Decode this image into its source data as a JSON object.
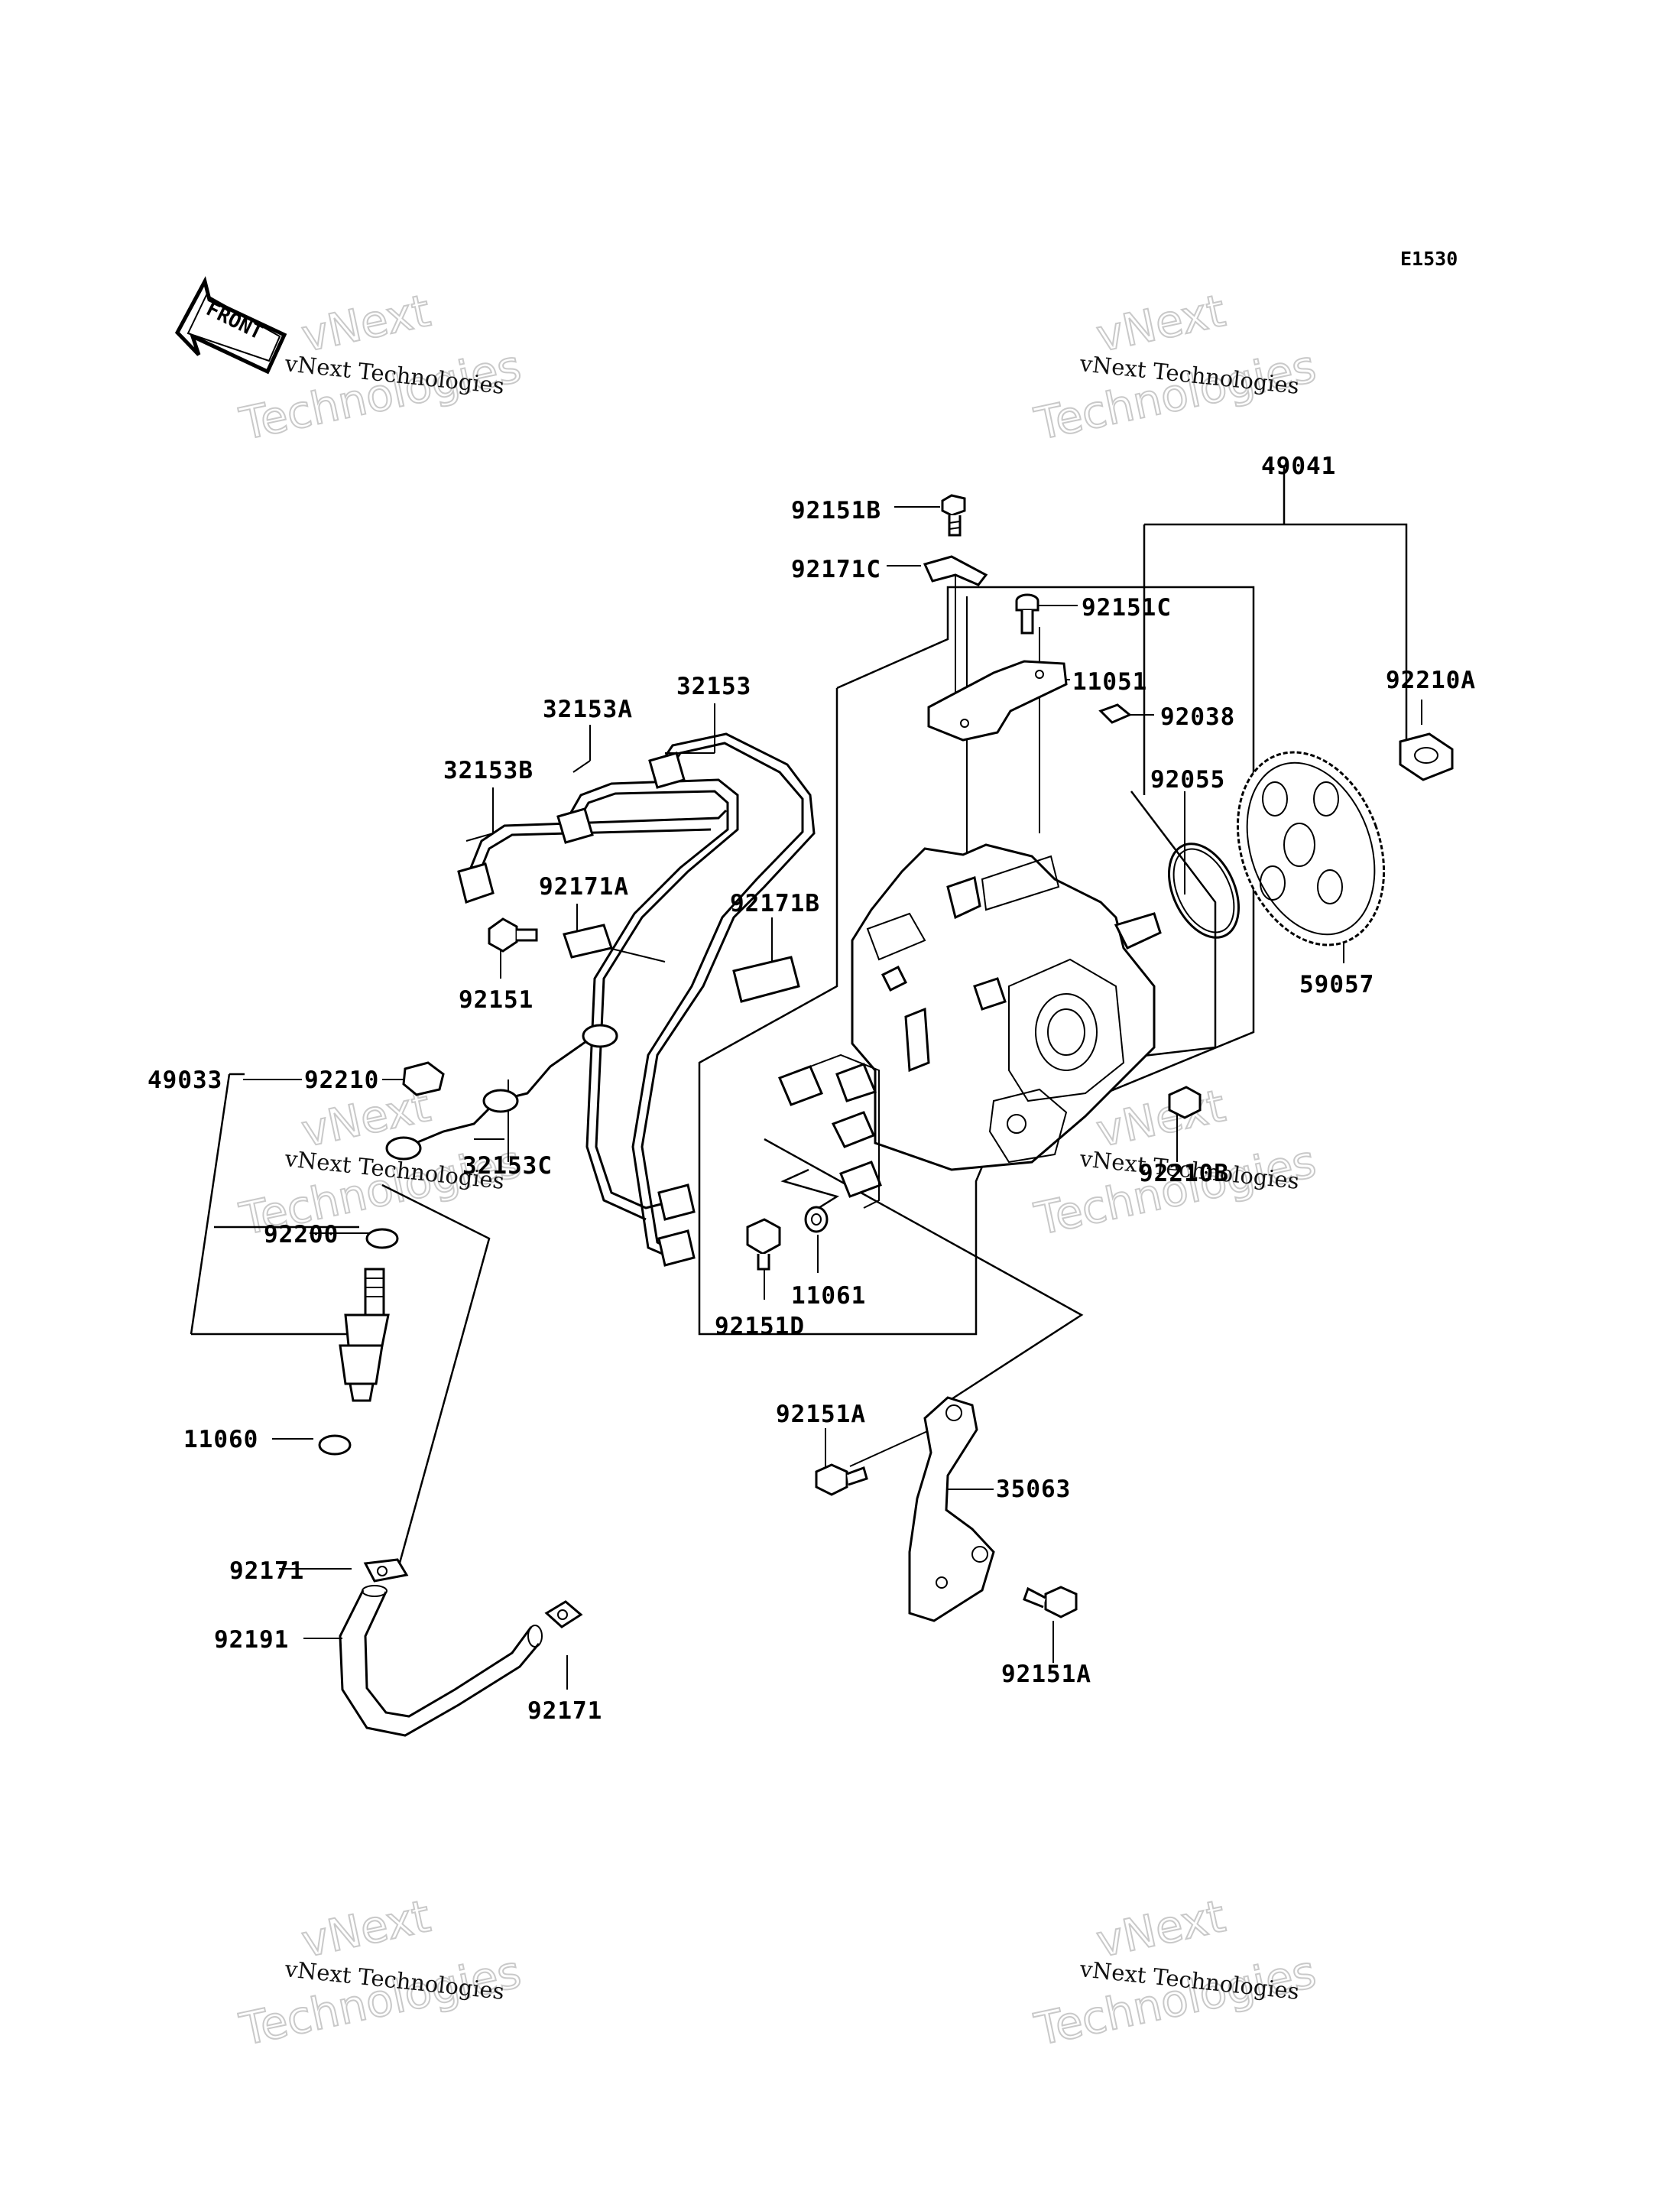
{
  "diagram_code": "E1530",
  "front_label": "FRONT",
  "watermark": {
    "line1": "vNext Technologies",
    "big1": "vNext",
    "big2": "Technologies"
  },
  "parts": {
    "p49041": "49041",
    "p92151B": "92151B",
    "p92171C": "92171C",
    "p92151C": "92151C",
    "p92210A": "92210A",
    "p11051": "11051",
    "p92038": "92038",
    "p32153": "32153",
    "p32153A": "32153A",
    "p32153B": "32153B",
    "p92055": "92055",
    "p92171A": "92171A",
    "p92171B": "92171B",
    "p59057": "59057",
    "p92151": "92151",
    "p49033": "49033",
    "p92210": "92210",
    "p32153C": "32153C",
    "p92210B": "92210B",
    "p92200": "92200",
    "p11061": "11061",
    "p92151D": "92151D",
    "p92151A_top": "92151A",
    "p35063": "35063",
    "p11060": "11060",
    "p92171_left": "92171",
    "p92191": "92191",
    "p92171_bottom": "92171",
    "p92151A_bottom": "92151A"
  }
}
